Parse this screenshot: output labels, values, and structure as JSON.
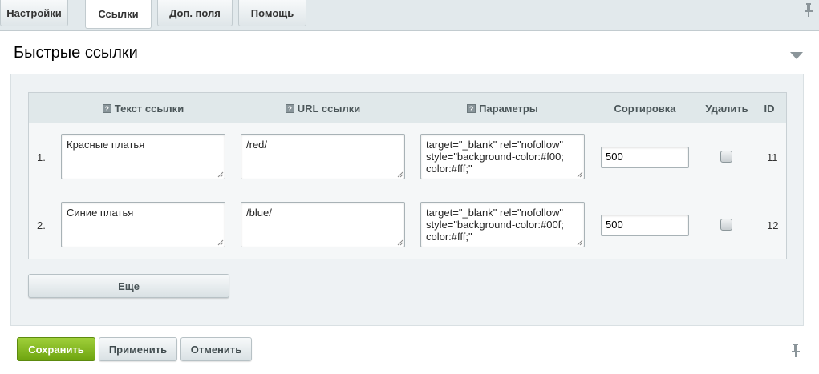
{
  "tabs": [
    {
      "label": "Настройки",
      "active": false
    },
    {
      "label": "Ссылки",
      "active": true
    },
    {
      "label": "Доп. поля",
      "active": false
    },
    {
      "label": "Помощь",
      "active": false
    }
  ],
  "section": {
    "title": "Быстрые ссылки"
  },
  "table": {
    "headers": {
      "text": "Текст ссылки",
      "url": "URL ссылки",
      "params": "Параметры",
      "sort": "Сортировка",
      "delete": "Удалить",
      "id": "ID"
    },
    "help_icon_glyph": "?",
    "rows": [
      {
        "num": "1.",
        "text": "Красные платья",
        "url": "/red/",
        "params": "target=\"_blank\" rel=\"nofollow\"\nstyle=\"background-color:#f00;\ncolor:#fff;\"",
        "sort": "500",
        "delete": false,
        "id": "11"
      },
      {
        "num": "2.",
        "text": "Синие платья",
        "url": "/blue/",
        "params": "target=\"_blank\" rel=\"nofollow\"\nstyle=\"background-color:#00f;\ncolor:#fff;\"",
        "sort": "500",
        "delete": false,
        "id": "12"
      }
    ],
    "more_label": "Еще"
  },
  "footer": {
    "save_label": "Сохранить",
    "apply_label": "Применить",
    "cancel_label": "Отменить"
  },
  "colors": {
    "accent_green": "#7ab51d",
    "panel_bg": "#eef2f4",
    "page_bg": "#e2e9ec"
  },
  "icons": {
    "tab_pin": "pin-icon",
    "collapse": "triangle-down-icon",
    "footer_pin": "pin-icon",
    "help": "question-icon"
  }
}
